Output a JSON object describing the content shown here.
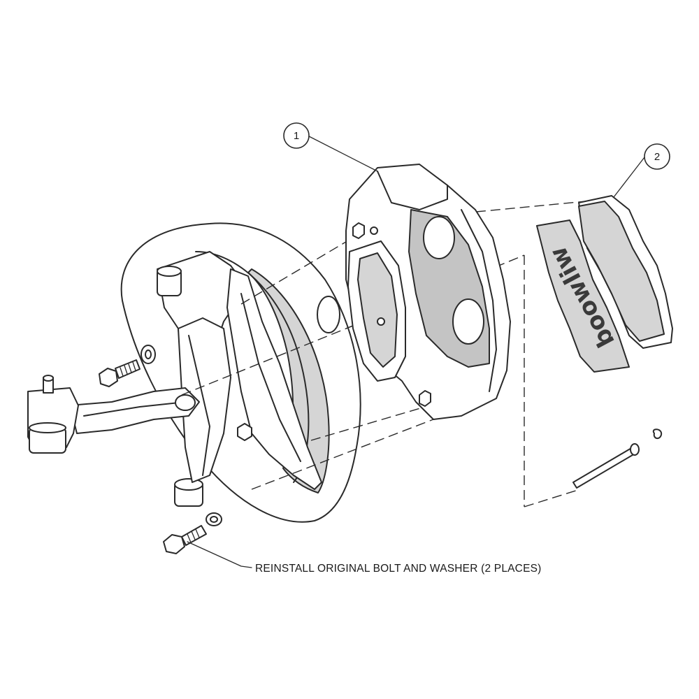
{
  "diagram": {
    "callouts": [
      {
        "label": "1",
        "part": "caliper"
      },
      {
        "label": "2",
        "part": "brake-pads"
      }
    ],
    "note": "REINSTALL ORIGINAL BOLT AND WASHER (2 PLACES)",
    "pad_logo": "wilwood"
  }
}
